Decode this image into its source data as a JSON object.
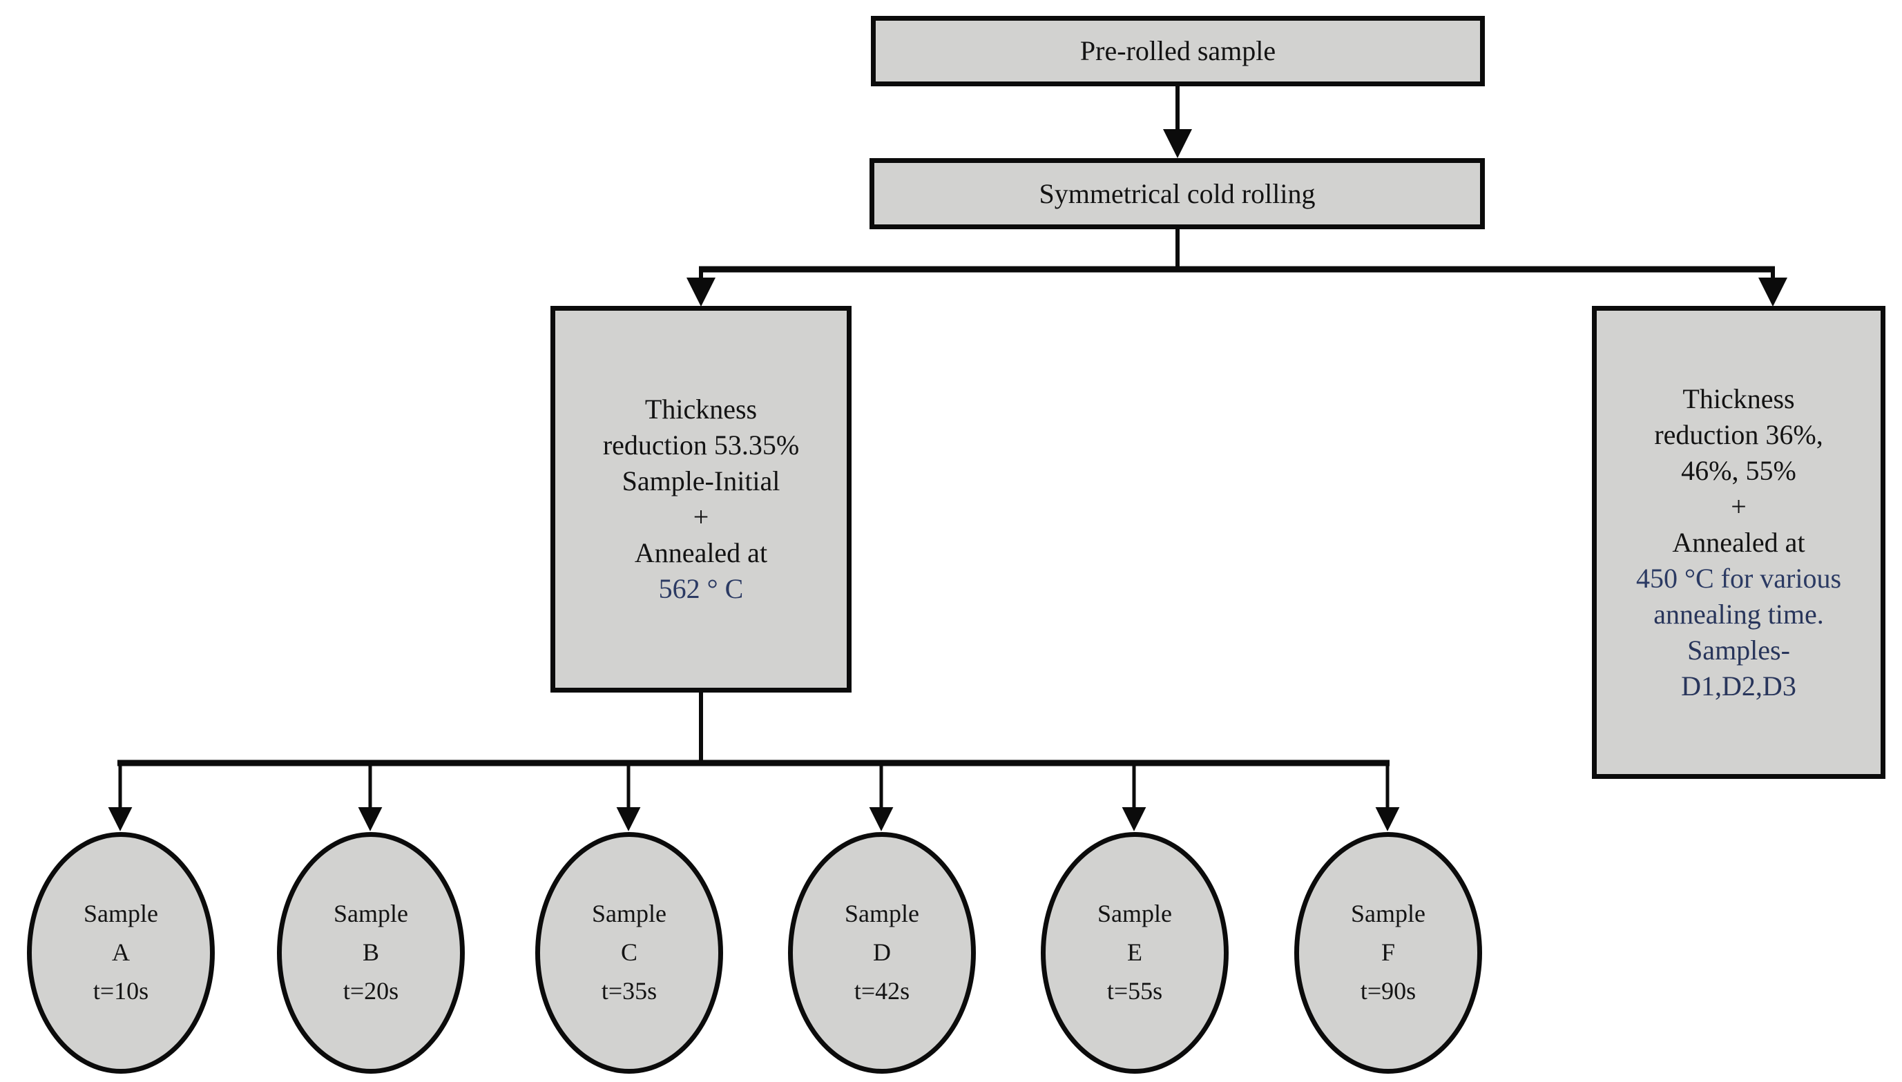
{
  "diagram": {
    "title": "Experimental process flowchart",
    "colors": {
      "node_fill": "#d2d2d0",
      "node_border": "#0b0b0b",
      "text": "#131313",
      "accent_blue": "#28355b",
      "background": "#ffffff"
    },
    "nodes": {
      "pre_rolled": {
        "label": "Pre-rolled sample"
      },
      "cold_rolling": {
        "label": "Symmetrical  cold rolling"
      },
      "left_branch": {
        "lines": [
          "Thickness",
          "reduction 53.35%",
          "Sample-Initial",
          "+",
          "Annealed at",
          "562 ° C"
        ]
      },
      "right_branch": {
        "lines": [
          "Thickness",
          "reduction 36%,",
          "46%, 55%",
          "+",
          "Annealed at",
          "450 °C for various",
          "annealing time.",
          "Samples-",
          "D1,D2,D3"
        ]
      }
    },
    "samples": [
      {
        "name_label": "Sample",
        "id": "A",
        "time": "t=10s"
      },
      {
        "name_label": "Sample",
        "id": "B",
        "time": "t=20s"
      },
      {
        "name_label": "Sample",
        "id": "C",
        "time": "t=35s"
      },
      {
        "name_label": "Sample",
        "id": "D",
        "time": "t=42s"
      },
      {
        "name_label": "Sample",
        "id": "E",
        "time": "t=55s"
      },
      {
        "name_label": "Sample",
        "id": "F",
        "time": "t=90s"
      }
    ]
  }
}
